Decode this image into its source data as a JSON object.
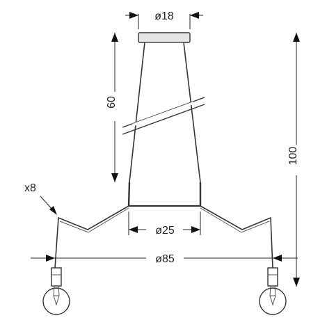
{
  "dimensions": {
    "canopy_diameter": "ø18",
    "drop_length": "60",
    "total_height": "100",
    "center_ring_diameter": "ø25",
    "overall_diameter": "ø85",
    "arm_count": "x8"
  },
  "colors": {
    "line": "#222222",
    "canopy": "#e6e6e6",
    "arrow": "#111111"
  }
}
